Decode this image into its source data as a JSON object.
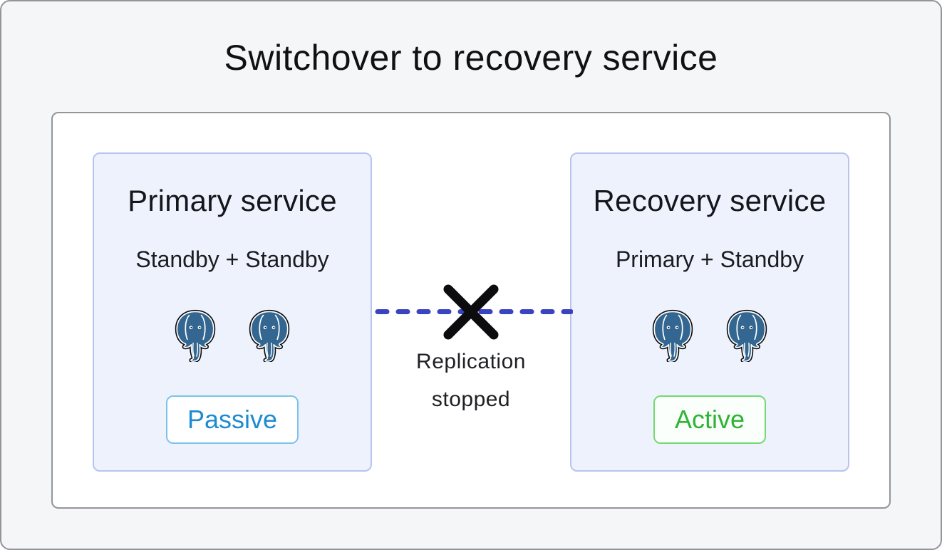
{
  "title": "Switchover to recovery service",
  "cards": [
    {
      "title": "Primary service",
      "subtitle": "Standby + Standby",
      "badge": "Passive",
      "badge_state": "passive",
      "icons": [
        "postgresql-elephant",
        "postgresql-elephant"
      ]
    },
    {
      "title": "Recovery service",
      "subtitle": "Primary + Standby",
      "badge": "Active",
      "badge_state": "active",
      "icons": [
        "postgresql-elephant",
        "postgresql-elephant"
      ]
    }
  ],
  "connection": {
    "label_line1": "Replication",
    "label_line2": "stopped",
    "line_style": "dashed",
    "status": "stopped"
  },
  "colors": {
    "canvas_bg": "#f5f6f8",
    "frame_border": "#94949c",
    "panel_bg": "#ffffff",
    "card_bg": "#eef2fd",
    "card_border": "#b8c4ee",
    "dash_line_blue": "#3a43c2",
    "x_mark_black": "#0c0c0e",
    "passive_border": "#7cc3ea",
    "passive_text": "#1d8bd1",
    "active_border": "#74d974",
    "active_text": "#2eb434",
    "postgres_blue": "#336791"
  }
}
